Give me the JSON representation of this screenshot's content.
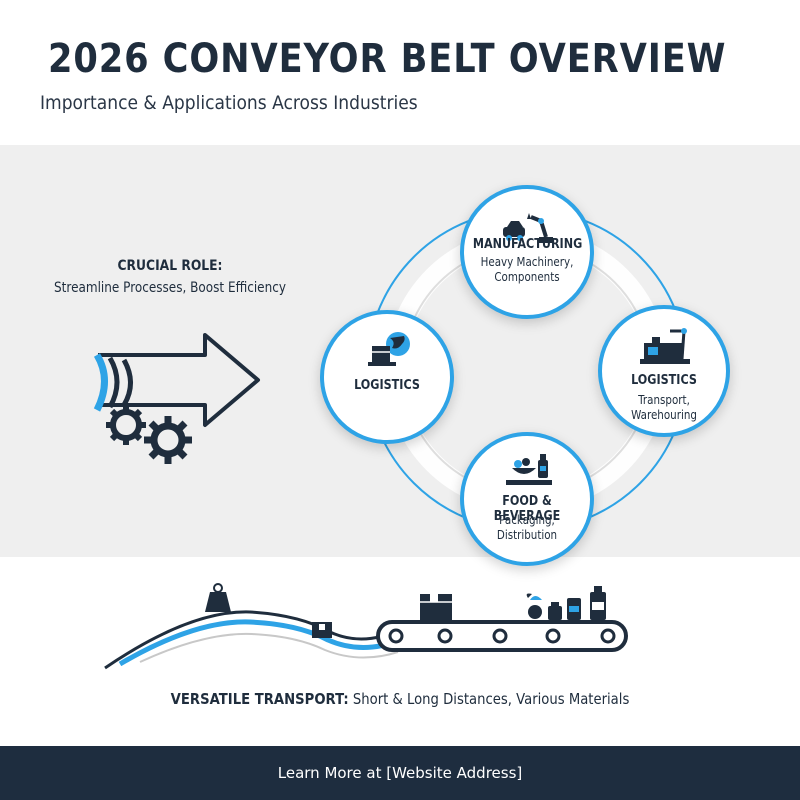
{
  "header": {
    "title": "2026 CONVEYOR BELT OVERVIEW",
    "subtitle": "Importance & Applications Across Industries"
  },
  "role": {
    "title": "CRUCIAL ROLE:",
    "subtitle": "Streamline Processes, Boost Efficiency"
  },
  "hubs": [
    {
      "title": "MANUFACTURING",
      "line1": "Heavy Machinery,",
      "line2": "Components",
      "icon": "robot-arm-car-icon"
    },
    {
      "title": "LOGISTICS",
      "line1": "",
      "line2": "",
      "icon": "globe-package-icon"
    },
    {
      "title": "LOGISTICS",
      "line1": "Transport,",
      "line2": "Warehouring",
      "icon": "robot-factory-icon"
    },
    {
      "title": "FOOD & BEVERAGE",
      "line1": "Packaging,",
      "line2": "Distribution",
      "icon": "food-bottle-icon"
    }
  ],
  "caption": {
    "bold": "VERSATILE TRANSPORT:",
    "rest": " Short & Long Distances, Various Materials"
  },
  "footer": {
    "link": "Learn More at [Website Address]"
  },
  "colors": {
    "accent": "#2ea3e6",
    "dark": "#1f2d3d",
    "footer": "#1e2d3f",
    "panel": "#efefef"
  }
}
